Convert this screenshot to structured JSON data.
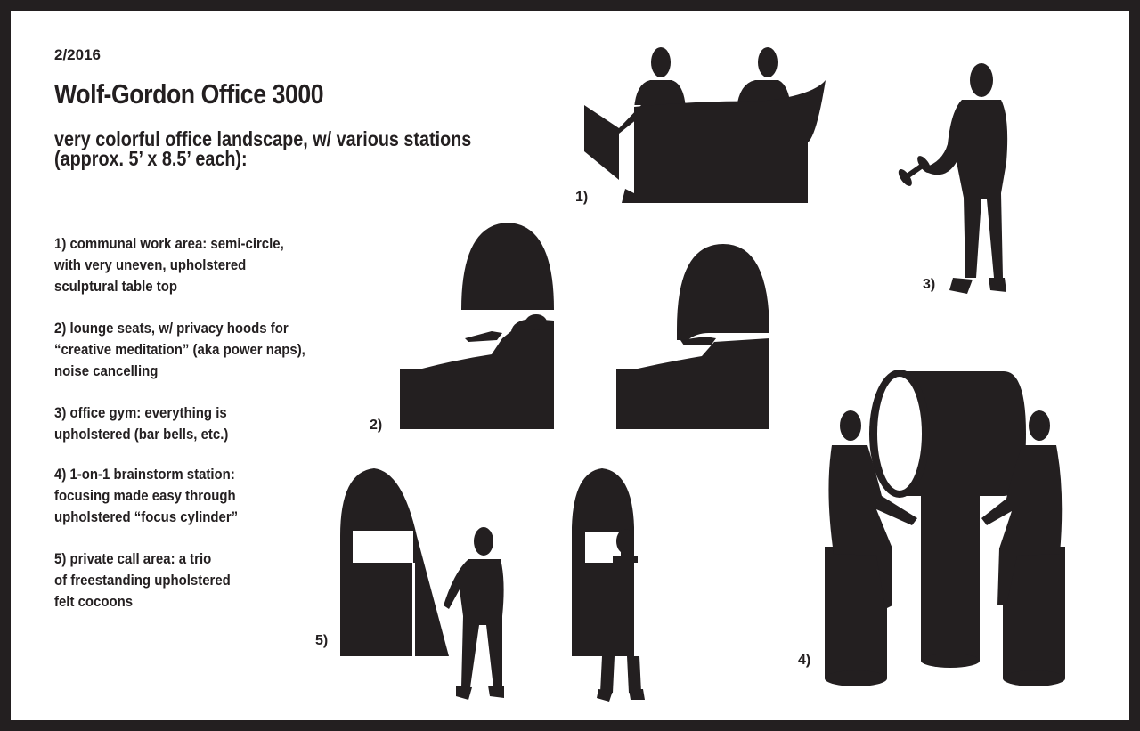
{
  "date": "2/2016",
  "title": "Wolf-Gordon Office 3000",
  "subtitle": {
    "line1": "very colorful office landscape, w/ various stations",
    "line2": "(approx. 5’ x 8.5’ each):"
  },
  "items": [
    {
      "lines": [
        "1) communal work area: semi-circle,",
        "with very uneven, upholstered",
        "sculptural table top"
      ]
    },
    {
      "lines": [
        "2) lounge seats, w/ privacy hoods for",
        "“creative meditation” (aka power naps),",
        "noise cancelling"
      ]
    },
    {
      "lines": [
        "3) office gym: everything is",
        "upholstered (bar bells, etc.)"
      ]
    },
    {
      "lines": [
        "4) 1-on-1 brainstorm station:",
        "focusing made easy through",
        "upholstered “focus cylinder”"
      ]
    },
    {
      "lines": [
        "5) private call area: a trio",
        "of freestanding upholstered",
        "felt cocoons"
      ]
    }
  ],
  "figure_labels": {
    "fig1": "1)",
    "fig2": "2)",
    "fig3": "3)",
    "fig4": "4)",
    "fig5": "5)"
  },
  "colors": {
    "ink": "#231f20",
    "paper": "#ffffff",
    "border": "#231f20"
  }
}
